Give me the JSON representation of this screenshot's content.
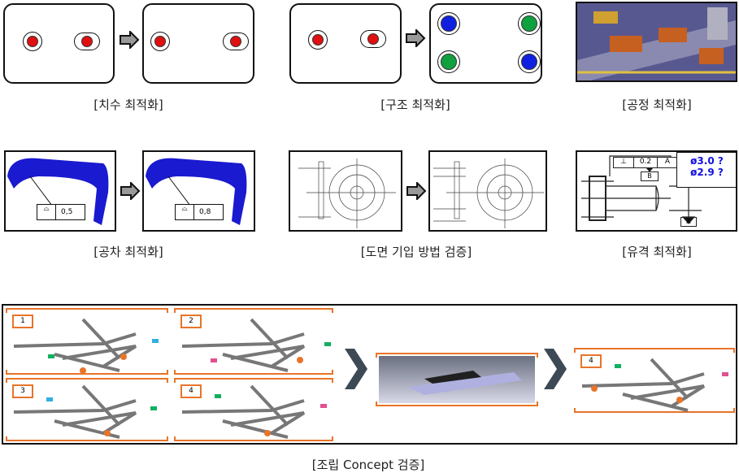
{
  "captions": {
    "dimension": "[치수 최적화]",
    "structure": "[구조 최적화]",
    "process": "[공정 최적화]",
    "tolerance": "[공차 최적화]",
    "drawing": "[도면 기입 방법 검증]",
    "clearance": "[유격 최적화]",
    "assembly": "[조립 Concept 검증]"
  },
  "tolerance": {
    "before": "0,5",
    "after": "0,8"
  },
  "clearance": {
    "question1": "ø3.0 ?",
    "question2": "ø2.9 ?",
    "fcf_value": "0.2",
    "datum_a": "A",
    "datum_b": "B"
  },
  "assembly": {
    "steps": [
      "1",
      "2",
      "3",
      "4"
    ],
    "result_step": "4"
  },
  "colors": {
    "red": "#e01010",
    "blue": "#1020e0",
    "green": "#10a040",
    "orange": "#e8742a"
  }
}
